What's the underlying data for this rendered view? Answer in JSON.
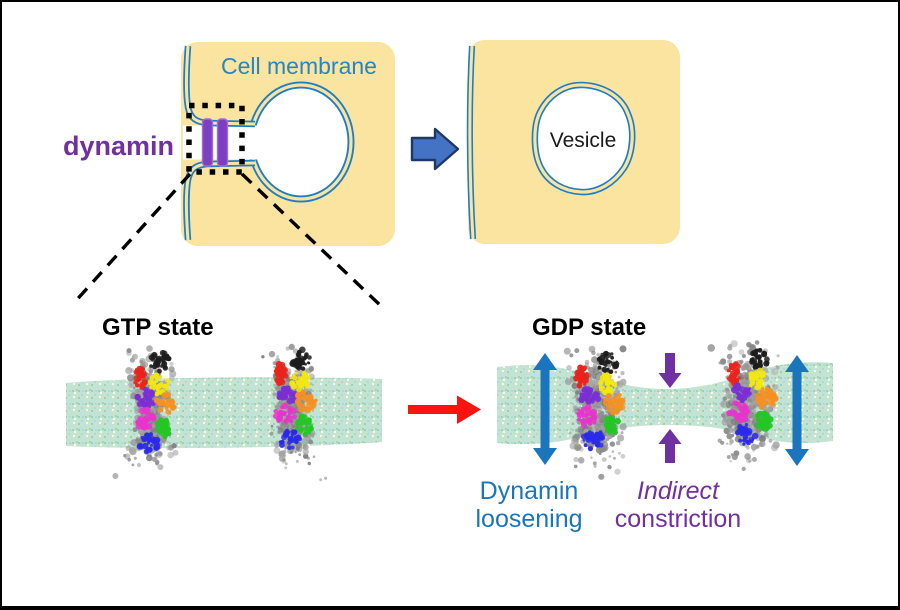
{
  "labels": {
    "cell_membrane": "Cell membrane",
    "dynamin": "dynamin",
    "vesicle": "Vesicle",
    "gtp_state": "GTP state",
    "gdp_state": "GDP state",
    "dynamin_loosening_line1": "Dynamin",
    "dynamin_loosening_line2": "loosening",
    "indirect_constriction_line1": "Indirect",
    "indirect_constriction_line2": "constriction"
  },
  "colors": {
    "cell_fill": "#FAE4A0",
    "membrane_line_blue": "#1E7EC6",
    "membrane_text_blue": "#2586C6",
    "loosening_text_blue": "#1B75BC",
    "purple": "#7030A0",
    "dynamin_bar_purple": "#7D3FC1",
    "dynamin_bar_edge": "#A06CD5",
    "block_arrow_fill": "#4472C4",
    "block_arrow_border": "#1F3864",
    "red_arrow": "#FA1410",
    "lipid_membrane_base": "#C6E3D0",
    "zoom_box_black": "#000000",
    "vesicle_text_black": "#1A1A1A",
    "state_label_black": "#000000",
    "white": "#FFFFFF"
  },
  "lipid_speckle_colors": [
    "#9FD8EA",
    "#FFFFFF",
    "#8FCFAE",
    "#B2E2F2",
    "#95D2B3"
  ],
  "protein_chain_colors": [
    "#1D1D1D",
    "#E8241C",
    "#F2E713",
    "#7A2FD4",
    "#F59122",
    "#E833CC",
    "#23C723",
    "#2A2AE8"
  ],
  "protein_gray_shades": [
    "#9B9B9B",
    "#8A8A8A",
    "#A6A6A6",
    "#7D7D7D",
    "#939393"
  ]
}
